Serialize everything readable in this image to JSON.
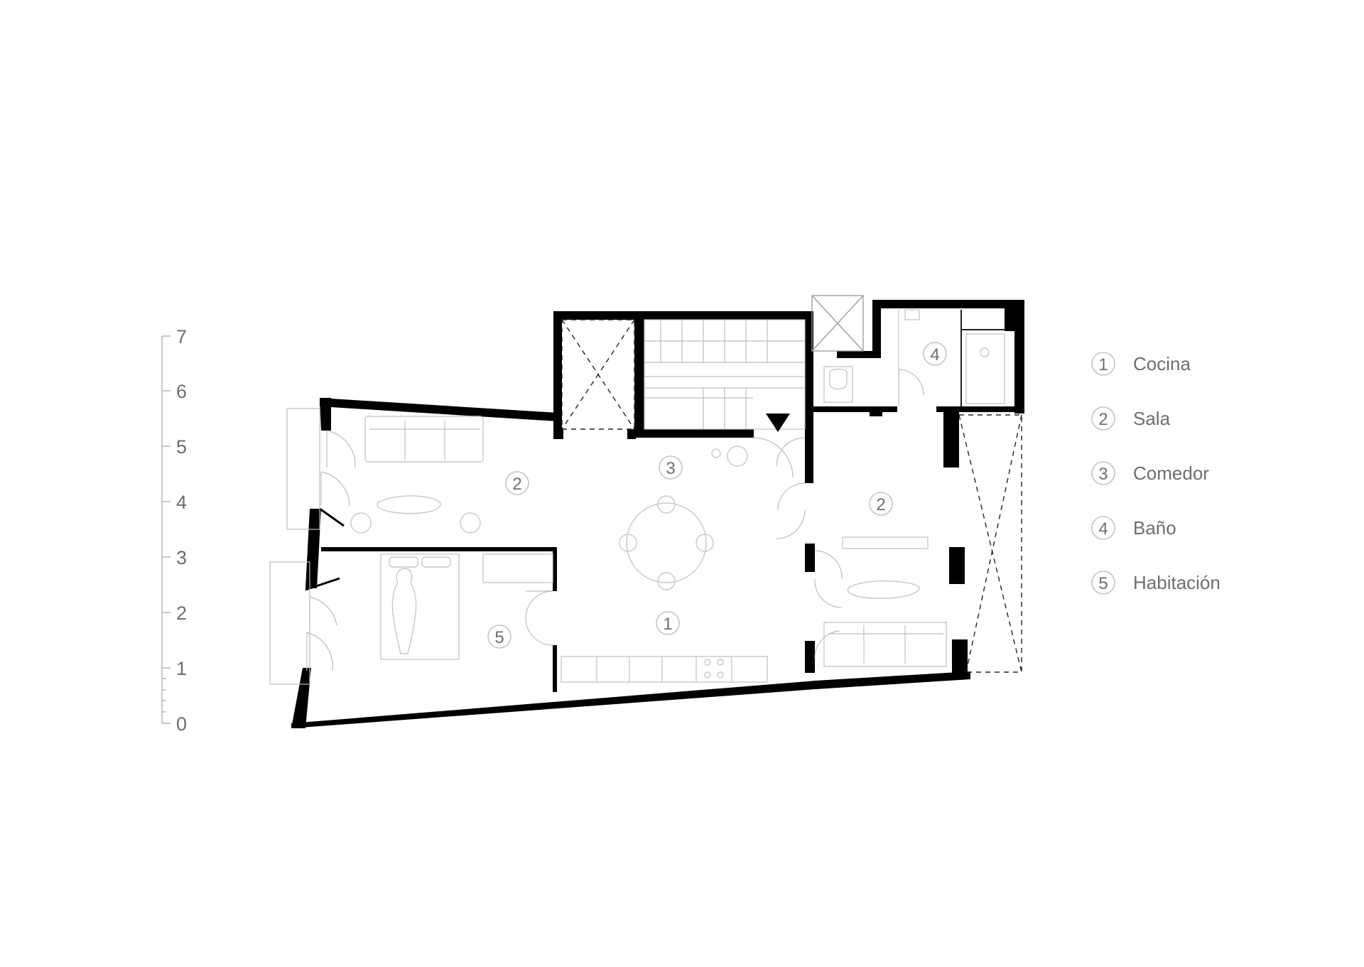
{
  "scale": {
    "ticks": [
      "0",
      "1",
      "2",
      "3",
      "4",
      "5",
      "6",
      "7"
    ]
  },
  "rooms": [
    {
      "num": "1"
    },
    {
      "num": "2"
    },
    {
      "num": "2"
    },
    {
      "num": "3"
    },
    {
      "num": "4"
    },
    {
      "num": "5"
    }
  ],
  "legend": [
    {
      "num": "1",
      "label": "Cocina"
    },
    {
      "num": "2",
      "label": "Sala"
    },
    {
      "num": "3",
      "label": "Comedor"
    },
    {
      "num": "4",
      "label": "Baño"
    },
    {
      "num": "5",
      "label": "Habitación"
    }
  ],
  "colors": {
    "wall": "#000000",
    "text": "#6e6e6e",
    "furniture": "#c9c9c9"
  },
  "icons": [
    "entrance-triangle-icon"
  ]
}
